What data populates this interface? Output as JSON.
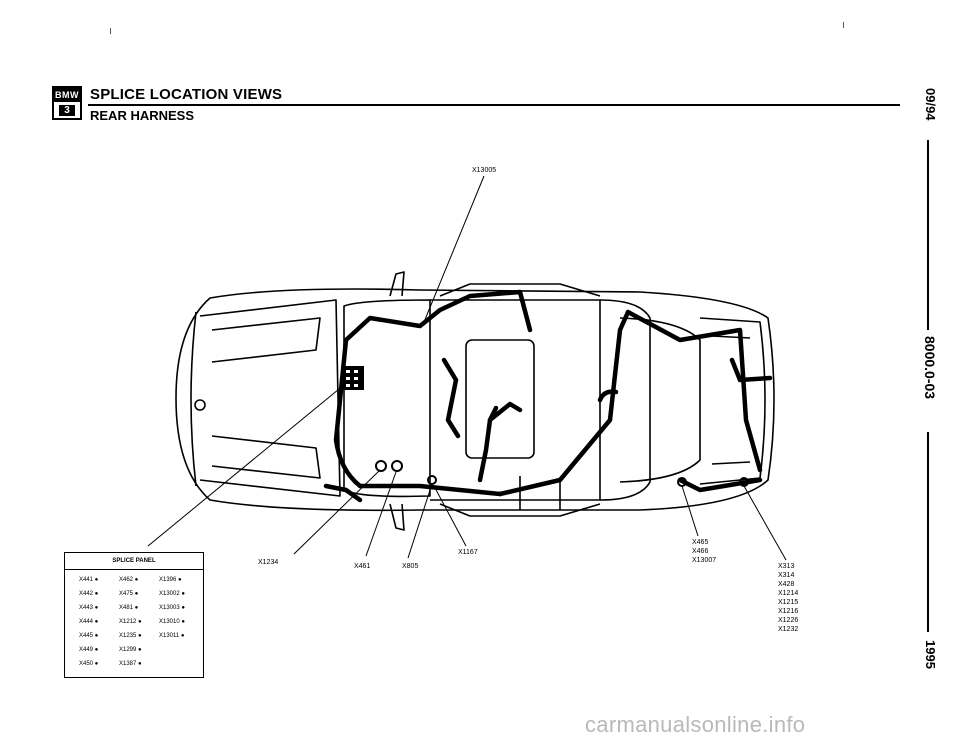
{
  "header": {
    "logo_brand": "BMW",
    "logo_model": "3",
    "title": "SPLICE LOCATION VIEWS",
    "subtitle": "REAR HARNESS"
  },
  "side_text": {
    "date": "09/94",
    "code": "8000.0-03",
    "year": "1995"
  },
  "callouts": {
    "top": "X13005",
    "x1234": "X1234",
    "x461": "X461",
    "x805": "X805",
    "x1167": "X1167",
    "group_a": [
      "X465",
      "X466",
      "X13007"
    ],
    "group_b": [
      "X313",
      "X314",
      "X428",
      "X1214",
      "X1215",
      "X1216",
      "X1226",
      "X1232"
    ]
  },
  "splice_panel": {
    "title": "SPLICE PANEL",
    "rows": [
      [
        "X441 ●",
        "X462 ●",
        "X1396 ●"
      ],
      [
        "X442 ●",
        "X475 ●",
        "X13002 ●"
      ],
      [
        "X443 ●",
        "X481 ●",
        "X13003 ●"
      ],
      [
        "X444 ●",
        "X1212 ●",
        "X13010 ●"
      ],
      [
        "X445 ●",
        "X1235 ●",
        "X13011 ●"
      ],
      [
        "X449 ●",
        "X1299 ●",
        ""
      ],
      [
        "X450 ●",
        "X1387 ●",
        ""
      ]
    ]
  },
  "watermark": "carmanualsonline.info"
}
